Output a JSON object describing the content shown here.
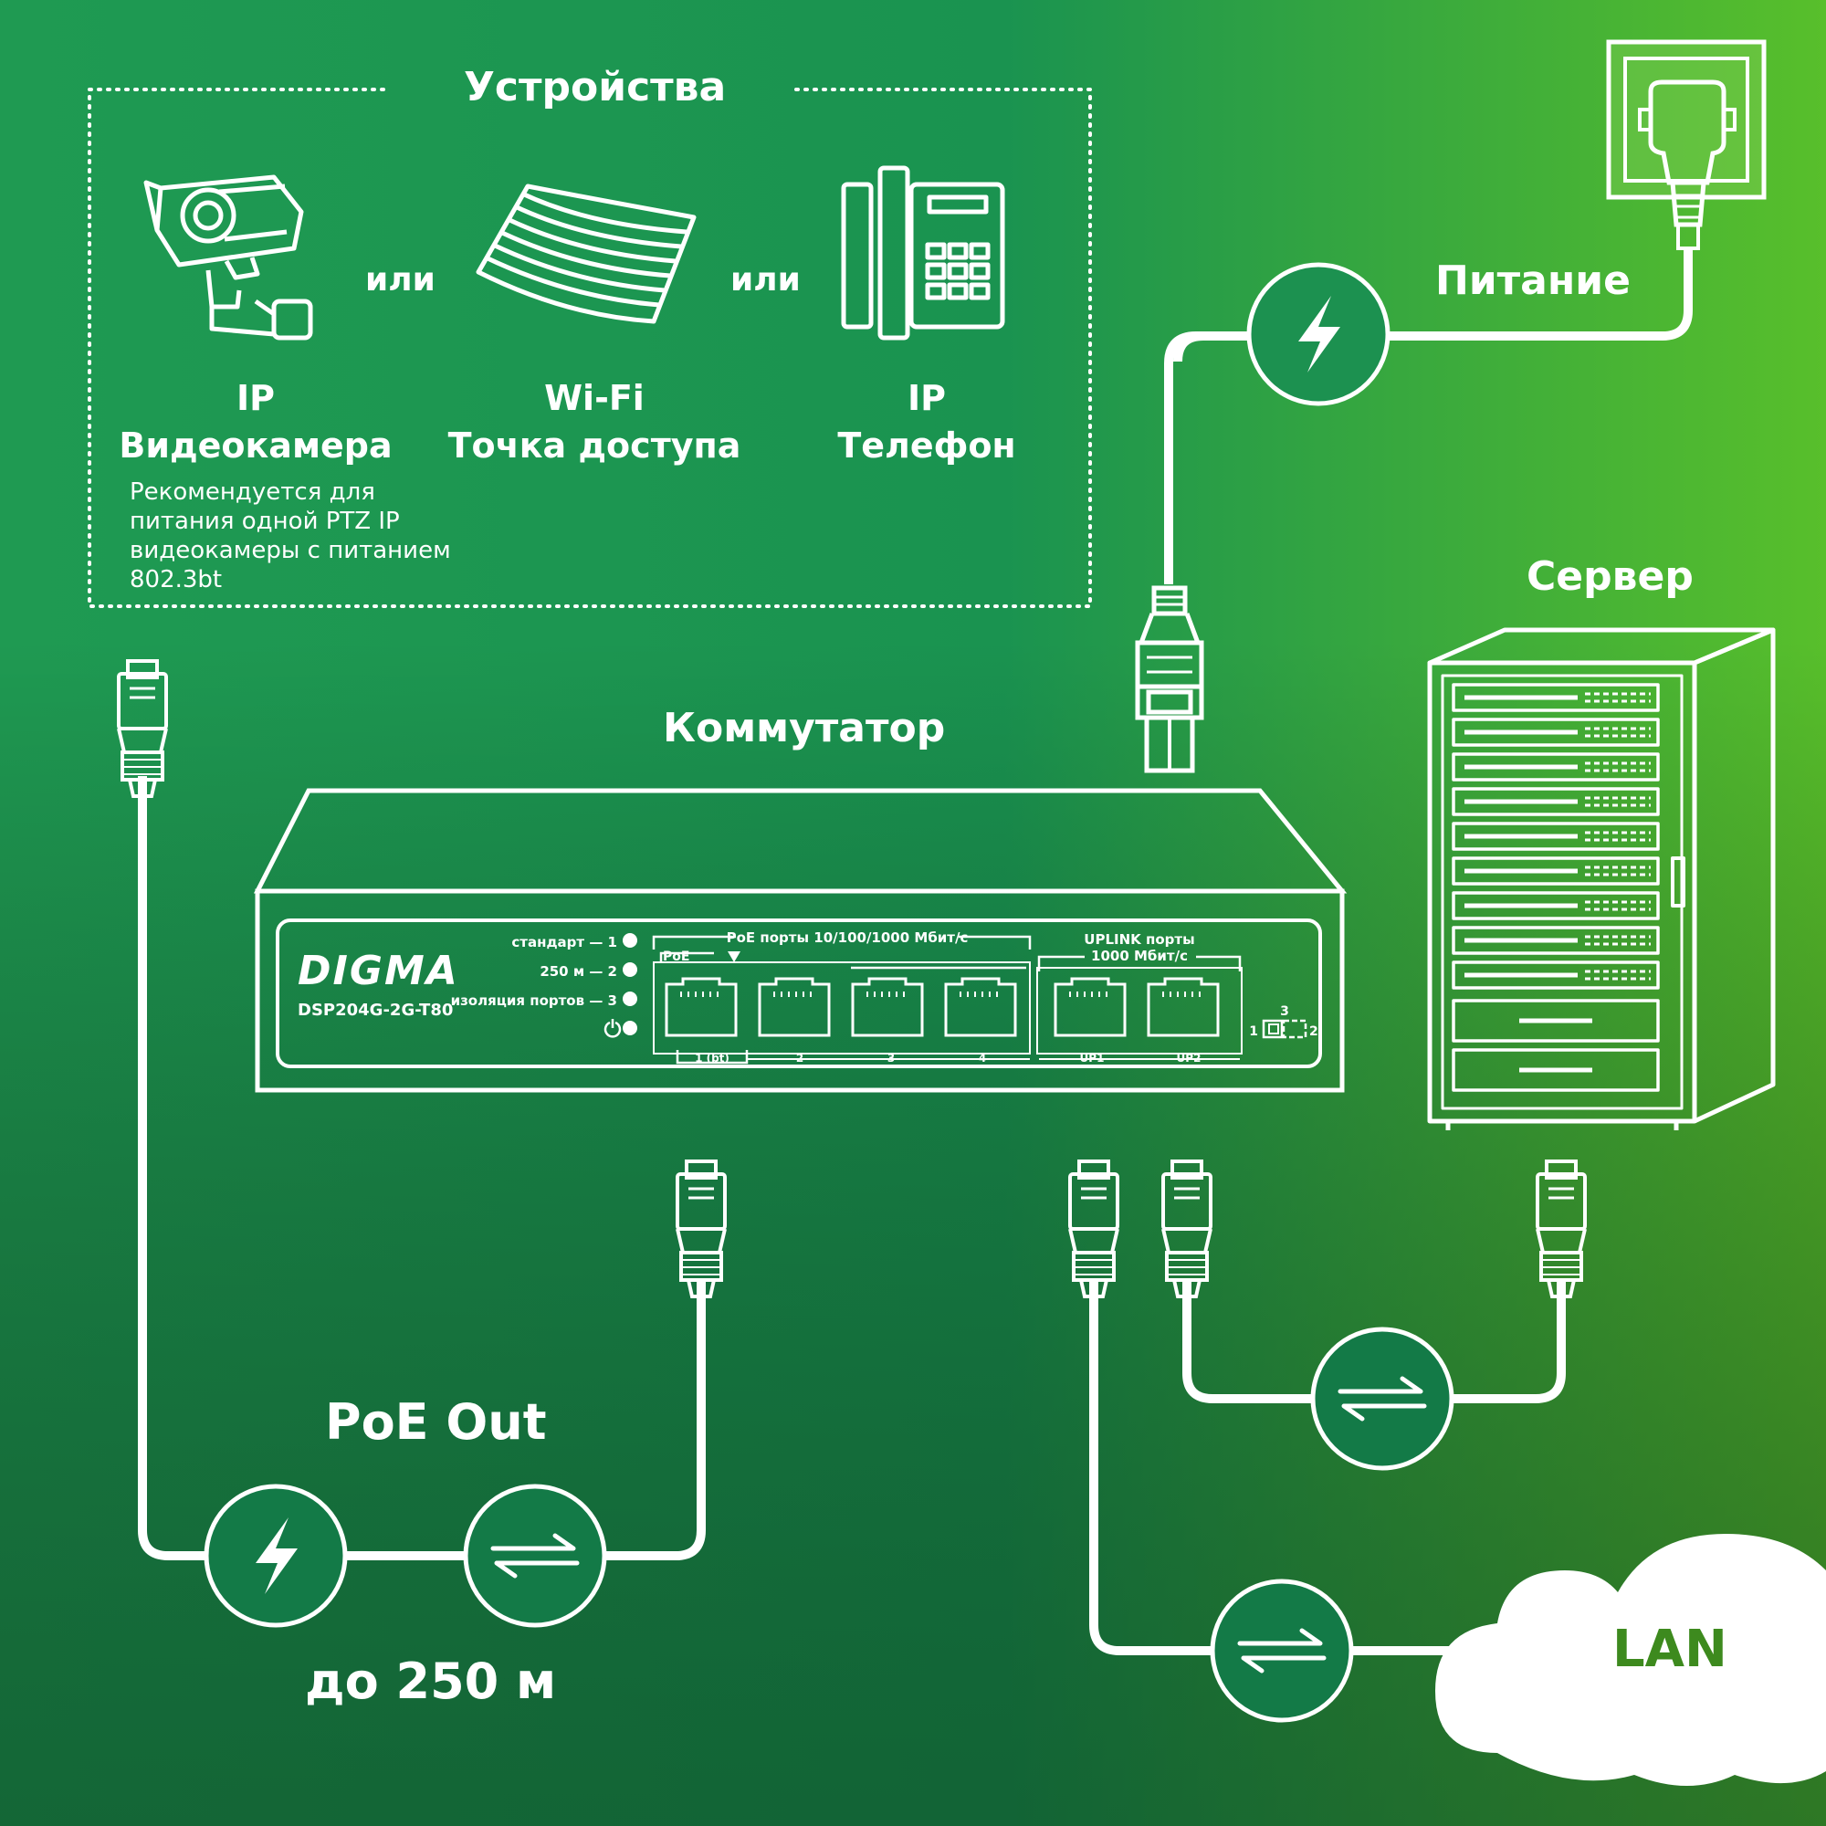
{
  "devices_box": {
    "title": "Устройства",
    "or_label": "или",
    "camera": {
      "line1": "IP",
      "line2": "Видеокамера",
      "icon": "ip-camera-icon"
    },
    "wifi": {
      "line1": "Wi-Fi",
      "line2": "Точка доступа",
      "icon": "wifi-access-point-icon"
    },
    "phone": {
      "line1": "IP",
      "line2": "Телефон",
      "icon": "ip-phone-icon"
    },
    "note": "Рекомендуется для питания одной PTZ IP видеокамеры с питанием 802.3bt"
  },
  "power": {
    "label": "Питание",
    "icon": "power-socket-icon"
  },
  "server": {
    "label": "Сервер",
    "icon": "server-rack-icon"
  },
  "switch": {
    "title": "Коммутатор",
    "brand": "DIGMA",
    "model": "DSP204G-2G-T80",
    "modes": [
      "стандарт — 1",
      "250 м — 2",
      "изоляция портов — 3"
    ],
    "poe_group_label": "PoE порты 10/100/1000 Мбит/с",
    "poe_tag": "PoE",
    "uplink_label_1": "UPLINK порты",
    "uplink_label_2": "1000 Мбит/с",
    "port_labels": [
      "1 (bt)",
      "2",
      "3",
      "4",
      "UP1",
      "UP2"
    ],
    "dip_top": "3",
    "dip_left": "1",
    "dip_right": "2"
  },
  "poe_out": {
    "label": "PoE Out",
    "distance": "до 250 м"
  },
  "lan": {
    "label": "LAN"
  },
  "colors": {
    "bg_left": "#1f9a52",
    "bg_right": "#58bf2b",
    "line": "#ffffff",
    "circle_fill": "#137a47",
    "lan_text": "#3d8a1e"
  }
}
